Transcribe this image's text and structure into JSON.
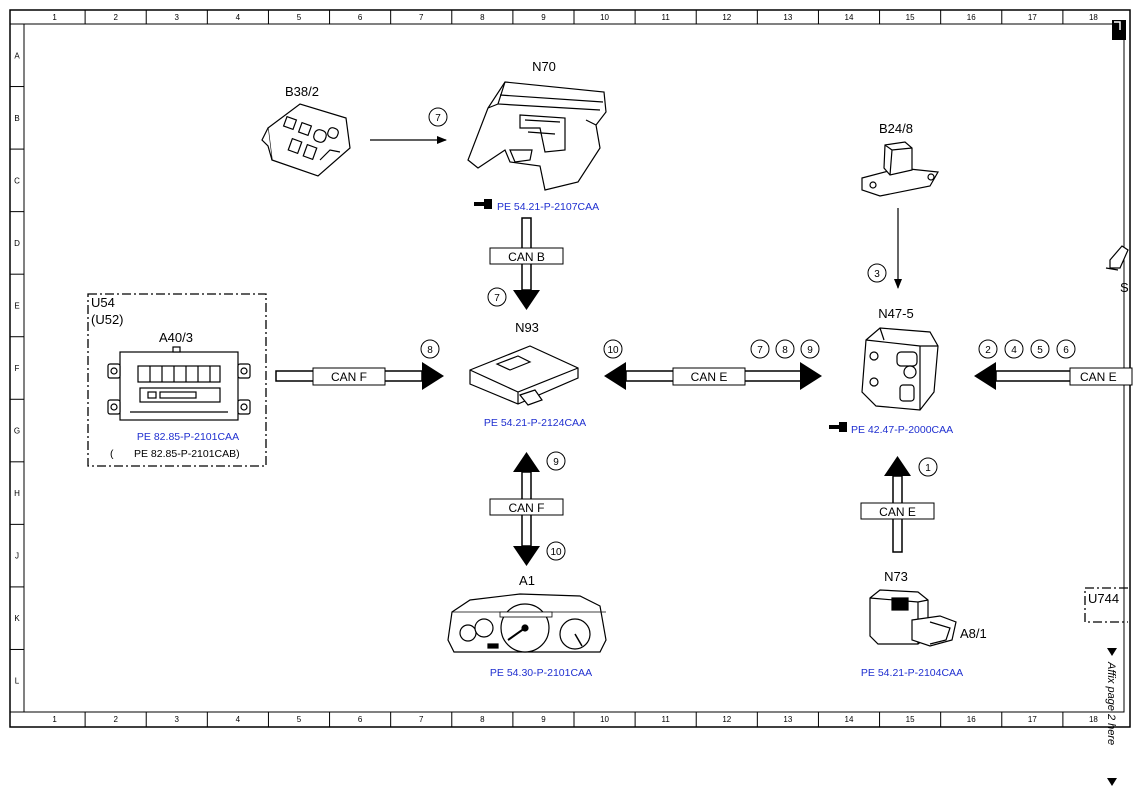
{
  "grid": {
    "columns": [
      "1",
      "2",
      "3",
      "4",
      "5",
      "6",
      "7",
      "8",
      "9",
      "10",
      "11",
      "12",
      "13",
      "14",
      "15",
      "16",
      "17",
      "18"
    ],
    "rows": [
      "A",
      "B",
      "C",
      "D",
      "E",
      "F",
      "G",
      "H",
      "J",
      "K",
      "L"
    ]
  },
  "components": {
    "n70": {
      "label": "N70",
      "ref": "PE 54.21-P-2107CAA"
    },
    "b38_2": {
      "label": "B38/2"
    },
    "b24_8": {
      "label": "B24/8"
    },
    "u54": {
      "label": "U54",
      "alt": "(U52)"
    },
    "a40_3": {
      "label": "A40/3",
      "ref": "PE 82.85-P-2101CAA",
      "ref2_open": "(",
      "ref2": "PE 82.85-P-2101CAB)"
    },
    "n93": {
      "label": "N93",
      "ref": "PE 54.21-P-2124CAA"
    },
    "n47_5": {
      "label": "N47-5",
      "ref": "PE 42.47-P-2000CAA"
    },
    "a1": {
      "label": "A1",
      "ref": "PE 54.30-P-2101CAA"
    },
    "n73": {
      "label": "N73",
      "ref": "PE 54.21-P-2104CAA"
    },
    "a8_1": {
      "label": "A8/1"
    },
    "u744": {
      "label": "U744"
    },
    "s_partial": {
      "label": "S"
    }
  },
  "buses": {
    "can_b": "CAN B",
    "can_f_left": "CAN F",
    "can_e_mid": "CAN E",
    "can_e_right": "CAN E",
    "can_f_vert": "CAN F",
    "can_e_vert": "CAN E"
  },
  "signals": {
    "b38_n70": "7",
    "n70_n93": "7",
    "b24_n47": "3",
    "u54_n93": "8",
    "n93_n47_left": "10",
    "n93_n47_r1": "7",
    "n93_n47_r2": "8",
    "n93_n47_r3": "9",
    "right_1": "2",
    "right_2": "4",
    "right_3": "5",
    "right_4": "6",
    "a1_up": "9",
    "a1_down": "10",
    "n73_up": "1"
  },
  "side_note": "Affix page 2 here",
  "colors": {
    "line": "#000000",
    "reference": "#1f2fd0"
  }
}
